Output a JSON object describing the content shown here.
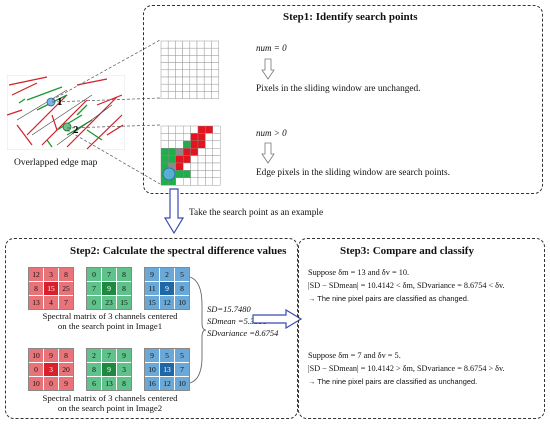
{
  "edge_map": {
    "caption": "Overlapped edge map",
    "point1": "1",
    "point2": "2"
  },
  "step1": {
    "title": "Step1: Identify search points",
    "num_eq": "num = 0",
    "num_gt": "num > 0",
    "pixels_unchanged": "Pixels in the sliding window are unchanged.",
    "edge_search": "Edge pixels in the sliding window are search points.",
    "grid_colored": [
      [
        "w",
        "w",
        "w",
        "w",
        "w",
        "r",
        "r",
        "w"
      ],
      [
        "w",
        "w",
        "w",
        "w",
        "r",
        "r",
        "w",
        "w"
      ],
      [
        "w",
        "w",
        "w",
        "g",
        "r",
        "r",
        "w",
        "w"
      ],
      [
        "g",
        "g",
        "y",
        "r",
        "r",
        "w",
        "w",
        "w"
      ],
      [
        "g",
        "g",
        "r",
        "r",
        "w",
        "w",
        "w",
        "w"
      ],
      [
        "g",
        "y",
        "r",
        "w",
        "w",
        "w",
        "w",
        "w"
      ],
      [
        "g",
        "g",
        "g",
        "g",
        "w",
        "w",
        "w",
        "w"
      ],
      [
        "g",
        "g",
        "w",
        "w",
        "w",
        "w",
        "w",
        "w"
      ]
    ]
  },
  "example_label": "Take the search point as an example",
  "step2": {
    "title": "Step2: Calculate the spectral difference values",
    "matrices1": [
      {
        "color": "red",
        "vals": [
          "12",
          "3",
          "8",
          "8",
          "15",
          "25",
          "13",
          "4",
          "7"
        ]
      },
      {
        "color": "green",
        "vals": [
          "0",
          "7",
          "8",
          "7",
          "9",
          "8",
          "0",
          "23",
          "15"
        ]
      },
      {
        "color": "blue",
        "vals": [
          "9",
          "2",
          "5",
          "11",
          "9",
          "8",
          "15",
          "12",
          "10"
        ]
      }
    ],
    "matrices2": [
      {
        "color": "red",
        "vals": [
          "10",
          "9",
          "8",
          "0",
          "3",
          "20",
          "10",
          "0",
          "9"
        ]
      },
      {
        "color": "green",
        "vals": [
          "2",
          "7",
          "9",
          "8",
          "9",
          "3",
          "6",
          "13",
          "8"
        ]
      },
      {
        "color": "blue",
        "vals": [
          "9",
          "5",
          "5",
          "10",
          "13",
          "7",
          "16",
          "12",
          "10"
        ]
      }
    ],
    "caption1_line1": "Spectral matrix of 3 channels centered",
    "caption1_line2": "on the search point in Image1",
    "caption2_line1": "Spectral matrix of 3 channels centered",
    "caption2_line2": "on the search point in Image2",
    "sd": "SD=15.7480",
    "sd_mean": "SDmean =5.3338",
    "sd_variance": "SDvariance =8.6754",
    "colors": {
      "red": "#e8747a",
      "red_center": "#d8212b",
      "green": "#5ec28a",
      "green_center": "#1d8a3f",
      "blue": "#6aa8d8",
      "blue_center": "#1f68a8"
    }
  },
  "step3": {
    "title": "Step3: Compare and classify",
    "case1_suppose": "Suppose δm = 13 and δv = 10.",
    "case1_eq": "|SD − SDmean| = 10.4142 < δm, SDvariance = 8.6754 < δv.",
    "case1_result": "→ The nine pixel pairs are classified as changed.",
    "case2_suppose": "Suppose δm = 7 and δv = 5.",
    "case2_eq": "|SD − SDmean| = 10.4142 > δm, SDvariance = 8.6754 > δv.",
    "case2_result": "→ The nine pixel pairs are classified as unchanged."
  }
}
